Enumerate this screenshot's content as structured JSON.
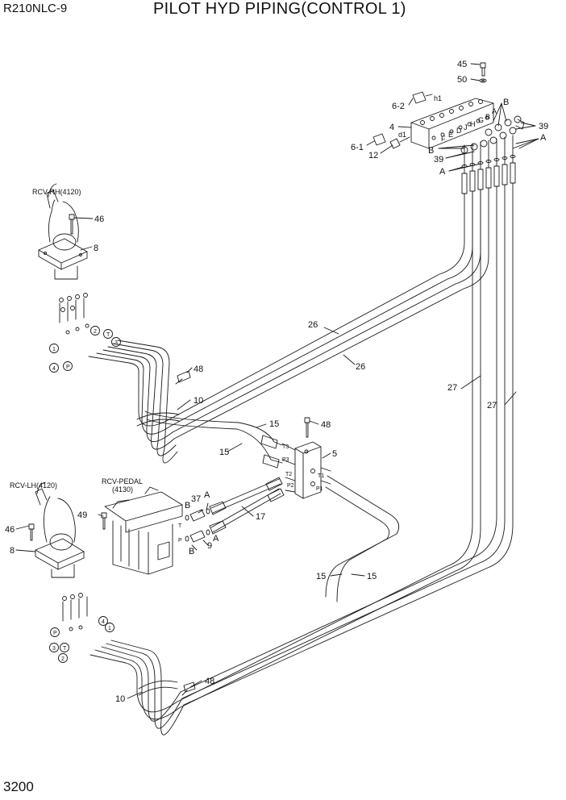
{
  "header": {
    "model": "R210NLC-9",
    "title": "PILOT HYD PIPING(CONTROL 1)"
  },
  "footer": {
    "page_number": "3200"
  },
  "assemblies": {
    "rcv_rh": "RCV-RH(4120)",
    "rcv_lh": "RCV-LH(4120)",
    "rcv_pedal_line1": "RCV-PEDAL",
    "rcv_pedal_line2": "(4130)"
  },
  "callouts": {
    "c45": "45",
    "c50": "50",
    "c6_2": "6-2",
    "c4": "4",
    "c6_1": "6-1",
    "c12": "12",
    "c39_top": "39",
    "c39_left": "39",
    "cB_top": "B",
    "cB_left": "B",
    "cA_right": "A",
    "cA_left": "A",
    "c46_rh": "46",
    "c8_rh": "8",
    "c26_upper": "26",
    "c26_lower": "26",
    "c27_left": "27",
    "c27_right": "27",
    "c48_rh": "48",
    "c10_rh": "10",
    "c15_a": "15",
    "c15_b": "15",
    "c48_mid": "48",
    "c5": "5",
    "c37": "37",
    "cB_pedal_top": "B",
    "cA_pedal_top": "A",
    "c9": "9",
    "cB_pedal_bot": "B",
    "cA_pedal_bot": "A",
    "c17": "17",
    "c49": "49",
    "c46_lh": "46",
    "c8_lh": "8",
    "c15_c": "15",
    "c15_d": "15",
    "c48_lh": "48",
    "c10_lh": "10"
  },
  "circled_ports_rh": {
    "p1": "1",
    "p2": "2",
    "pT": "T",
    "p3": "3",
    "p4": "4",
    "pP": "P"
  },
  "circled_ports_lh": {
    "pP": "P",
    "p4": "4",
    "p1": "1",
    "p3": "3",
    "pT": "T",
    "p2": "2"
  },
  "port_labels": {
    "T3": "T3",
    "P3": "P3",
    "T2": "T2",
    "P2": "P2",
    "T1": "T1",
    "P1": "P1",
    "pedal_T": "T",
    "pedal_P": "P",
    "block_h1": "h1",
    "block_d1": "d1",
    "block_A": "A",
    "block_B": "B",
    "block_G": "G",
    "block_H": "H",
    "block_J": "J",
    "block_D": "D",
    "block_E": "E",
    "block_F": "F"
  },
  "colors": {
    "line": "#1a1a1a",
    "background": "#ffffff"
  }
}
